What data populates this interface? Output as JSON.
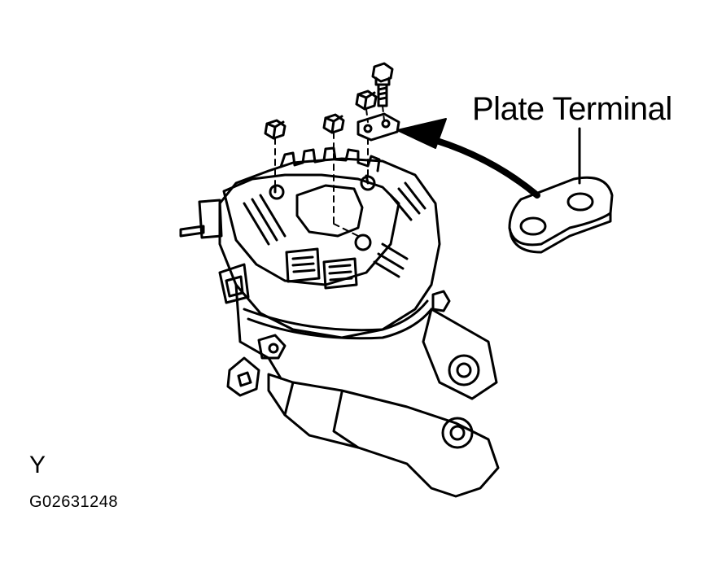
{
  "diagram": {
    "callout_label": "Plate Terminal",
    "corner_letter": "Y",
    "figure_code": "G02631248"
  },
  "colors": {
    "ink": "#000000",
    "paper": "#ffffff"
  }
}
